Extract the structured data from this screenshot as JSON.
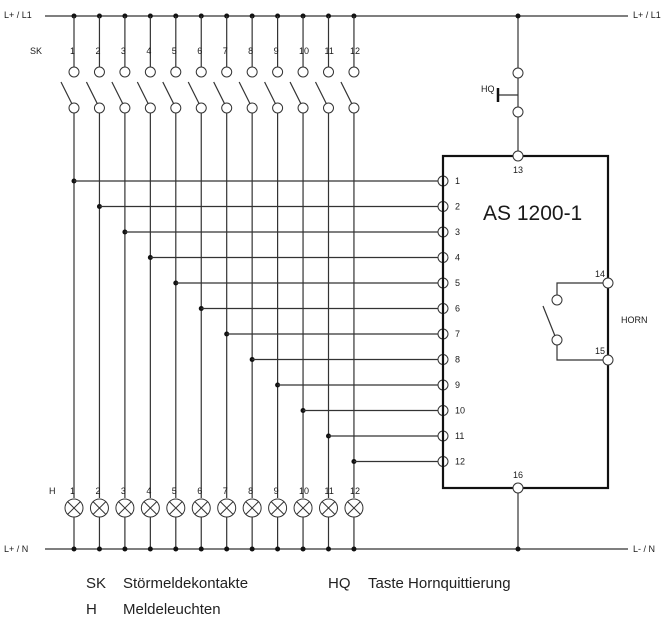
{
  "rails": {
    "top_left": "L+ / L1",
    "top_right": "L+ / L1",
    "bottom_left": "L+ / N",
    "bottom_right": "L- / N"
  },
  "sk_label": "SK",
  "h_label": "H",
  "hq_label": "HQ",
  "channels": [
    "1",
    "2",
    "3",
    "4",
    "5",
    "6",
    "7",
    "8",
    "9",
    "10",
    "11",
    "12"
  ],
  "device": {
    "title": "AS 1200-1",
    "inputs": [
      "1",
      "2",
      "3",
      "4",
      "5",
      "6",
      "7",
      "8",
      "9",
      "10",
      "11",
      "12"
    ],
    "supply_terminal": "13",
    "horn_terminal_a": "14",
    "horn_terminal_b": "15",
    "return_terminal": "16",
    "horn_label": "HORN"
  },
  "legend": {
    "sk_key": "SK",
    "sk_text": "Störmeldekontakte",
    "hq_key": "HQ",
    "hq_text": "Taste Hornquittierung",
    "h_key": "H",
    "h_text": "Meldeleuchten"
  }
}
